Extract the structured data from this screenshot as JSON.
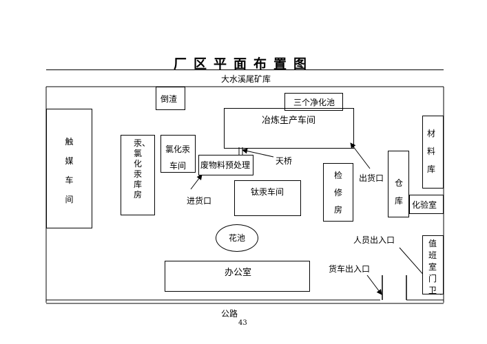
{
  "title": "厂区平面布置图",
  "north_label": "大水溪尾矿库",
  "south_label": "公路",
  "page_number": "43",
  "areas": {
    "catalyst_workshop": "触媒车间",
    "slag_dump": "倒渣",
    "mercury_storage": "汞、氯化汞库房",
    "mercuric_chloride_workshop": "氯化汞车间",
    "purification_tanks": "三个净化池",
    "smelting_workshop": "冶炼生产车间",
    "waste_pretreatment": "废物料预处理",
    "titanium_mercury_workshop": "钛汞车间",
    "inspection_room": "检修房",
    "warehouse": "仓库",
    "materials_storage": "材料库",
    "lab": "化验室",
    "guard_room": "值班室门卫",
    "flower_bed": "花池",
    "office": "办公室"
  },
  "labels": {
    "overpass": "天桥",
    "goods_in": "进货口",
    "goods_out": "出货口",
    "staff_gate": "人员出入口",
    "truck_gate": "货车出入口"
  }
}
